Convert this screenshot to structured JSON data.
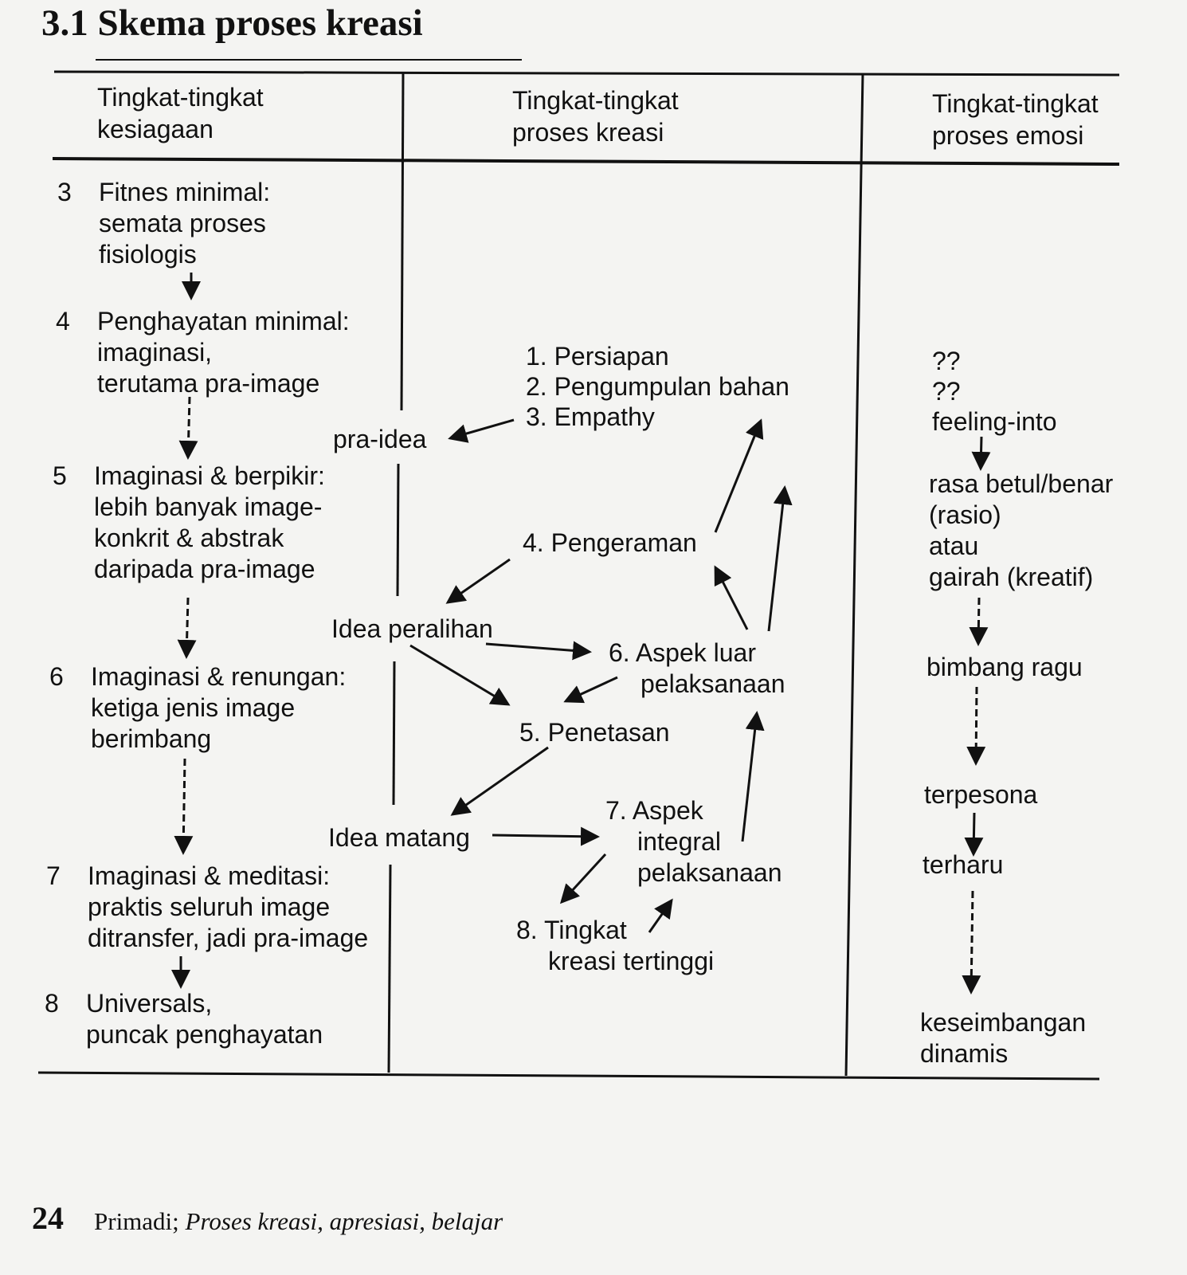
{
  "title": "3.1  Skema proses kreasi",
  "headers": {
    "col1": [
      "Tingkat-tingkat",
      "kesiagaan"
    ],
    "col2": [
      "Tingkat-tingkat",
      "proses kreasi"
    ],
    "col3": [
      "Tingkat-tingkat",
      "proses emosi"
    ]
  },
  "col1": {
    "items": [
      {
        "num": "3",
        "lines": [
          "Fitnes minimal:",
          "semata proses",
          "fisiologis"
        ]
      },
      {
        "num": "4",
        "lines": [
          "Penghayatan minimal:",
          "imaginasi,",
          "terutama pra-image"
        ]
      },
      {
        "num": "5",
        "lines": [
          "Imaginasi & berpikir:",
          "lebih banyak image-",
          "konkrit & abstrak",
          "daripada pra-image"
        ]
      },
      {
        "num": "6",
        "lines": [
          "Imaginasi & renungan:",
          "ketiga jenis image",
          "berimbang"
        ]
      },
      {
        "num": "7",
        "lines": [
          "Imaginasi & meditasi:",
          "praktis seluruh image",
          "ditransfer, jadi pra-image"
        ]
      },
      {
        "num": "8",
        "lines": [
          "Universals,",
          "puncak penghayatan"
        ]
      }
    ]
  },
  "middle": {
    "pra_idea": "pra-idea",
    "idea_peralihan": "Idea peralihan",
    "idea_matang": "Idea matang"
  },
  "col2": {
    "step1": "1. Persiapan",
    "step2": "2. Pengumpulan bahan",
    "step3": "3. Empathy",
    "step4": "4. Pengeraman",
    "step5": "5. Penetasan",
    "step6": [
      "6. Aspek luar",
      "pelaksanaan"
    ],
    "step7": [
      "7. Aspek",
      "integral",
      "pelaksanaan"
    ],
    "step8": [
      "8. Tingkat",
      "kreasi tertinggi"
    ]
  },
  "col3": {
    "q1": "??",
    "q2": "??",
    "feeling": "feeling-into",
    "rasa": [
      "rasa betul/benar",
      "(rasio)",
      "atau",
      "gairah (kreatif)"
    ],
    "bimbang": "bimbang ragu",
    "terpesona": "terpesona",
    "terharu": "terharu",
    "keseimbangan": [
      "keseimbangan",
      "dinamis"
    ]
  },
  "footer": {
    "page": "24",
    "author": "Primadi;",
    "book": "Proses kreasi, apresiasi, belajar"
  }
}
